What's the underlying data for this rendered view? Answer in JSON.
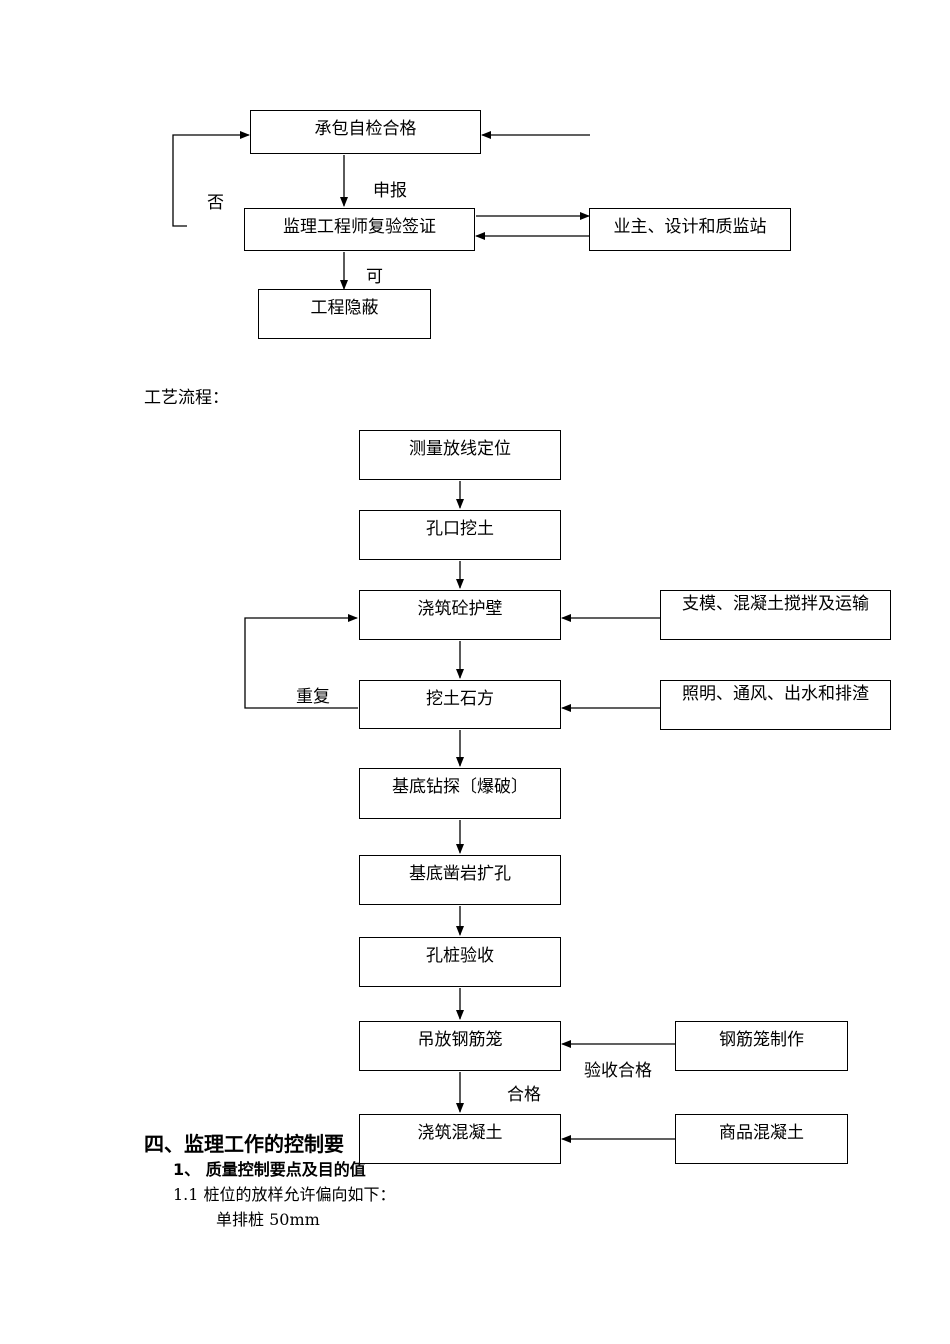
{
  "flow1": {
    "self_check": "承包自检合格",
    "report": "申报",
    "no": "否",
    "engineer_verify": "监理工程师复验签证",
    "owner": "业主、设计和质监站",
    "ok": "可",
    "concealed": "工程隐蔽"
  },
  "process_title": "工艺流程：",
  "flow2": {
    "survey": "测量放线定位",
    "excavate_mouth": "孔口挖土",
    "pour_wall": "浇筑砼护壁",
    "formwork": "支模、混凝土搅拌及运输",
    "repeat": "重复",
    "excavate_earth": "挖土石方",
    "lighting": "照明、通风、出水和排渣",
    "drill": "基底钻探〔爆破〕",
    "chisel": "基底凿岩扩孔",
    "accept_hole": "孔桩验收",
    "hoist_cage": "吊放钢筋笼",
    "cage_make": "钢筋笼制作",
    "accept_ok": "验收合格",
    "qualified": "合格",
    "pour_concrete": "浇筑混凝土",
    "ready_mix": "商品混凝土"
  },
  "section": {
    "heading": "四、监理工作的控制要",
    "sub1": "1、 质量控制要点及目的值",
    "item11": "1.1  桩位的放样允许偏向如下：",
    "item_single": "单排桩  50mm"
  }
}
